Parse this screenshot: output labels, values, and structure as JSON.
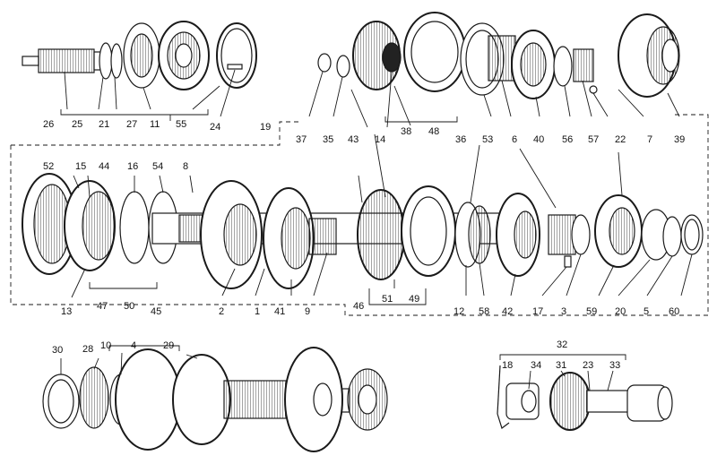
{
  "colors": {
    "ink": "#1a1a1a",
    "paper": "#ffffff"
  },
  "callouts": {
    "26": "26",
    "25": "25",
    "21": "21",
    "27": "27",
    "11": "11",
    "55": "55",
    "24": "24",
    "19": "19",
    "37": "37",
    "35": "35",
    "43": "43",
    "14": "14",
    "38": "38",
    "48": "48",
    "36": "36",
    "53": "53",
    "6": "6",
    "40": "40",
    "56": "56",
    "57": "57",
    "22": "22",
    "7": "7",
    "39": "39",
    "52": "52",
    "15": "15",
    "44": "44",
    "16": "16",
    "54": "54",
    "8": "8",
    "13": "13",
    "47": "47",
    "50": "50",
    "45": "45",
    "2": "2",
    "1": "1",
    "41": "41",
    "9": "9",
    "46": "46",
    "51": "51",
    "49": "49",
    "12": "12",
    "58": "58",
    "42": "42",
    "17": "17",
    "3": "3",
    "59": "59",
    "20": "20",
    "5": "5",
    "60": "60",
    "30": "30",
    "28": "28",
    "10": "10",
    "4": "4",
    "29": "29",
    "32": "32",
    "18": "18",
    "34": "34",
    "31": "31",
    "23": "23",
    "33": "33"
  }
}
